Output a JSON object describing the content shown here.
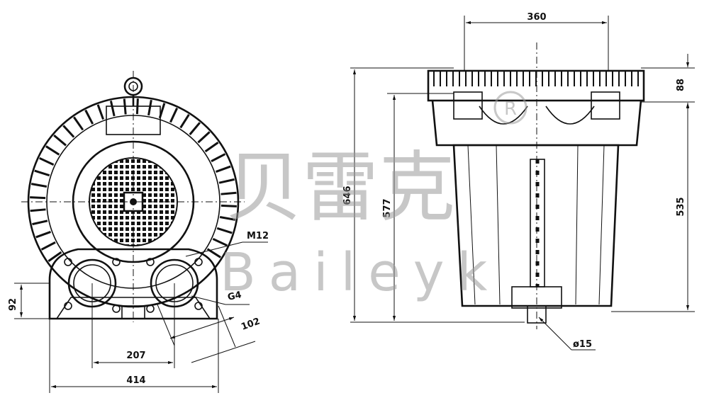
{
  "watermark": {
    "brand_cn": "贝雷克",
    "brand_en": "Baileyk"
  },
  "front_view": {
    "labels": {
      "thread": "M12",
      "port": "G4"
    },
    "dimensions": {
      "port_offset": "102",
      "port_spacing": "207",
      "overall_width": "414",
      "base_height": "92"
    }
  },
  "side_view": {
    "dimensions": {
      "top_width": "360",
      "overall_height": "646",
      "body_height": "577",
      "housing_height": "535",
      "cap_height": "88",
      "drain_diameter": "ø15"
    }
  }
}
